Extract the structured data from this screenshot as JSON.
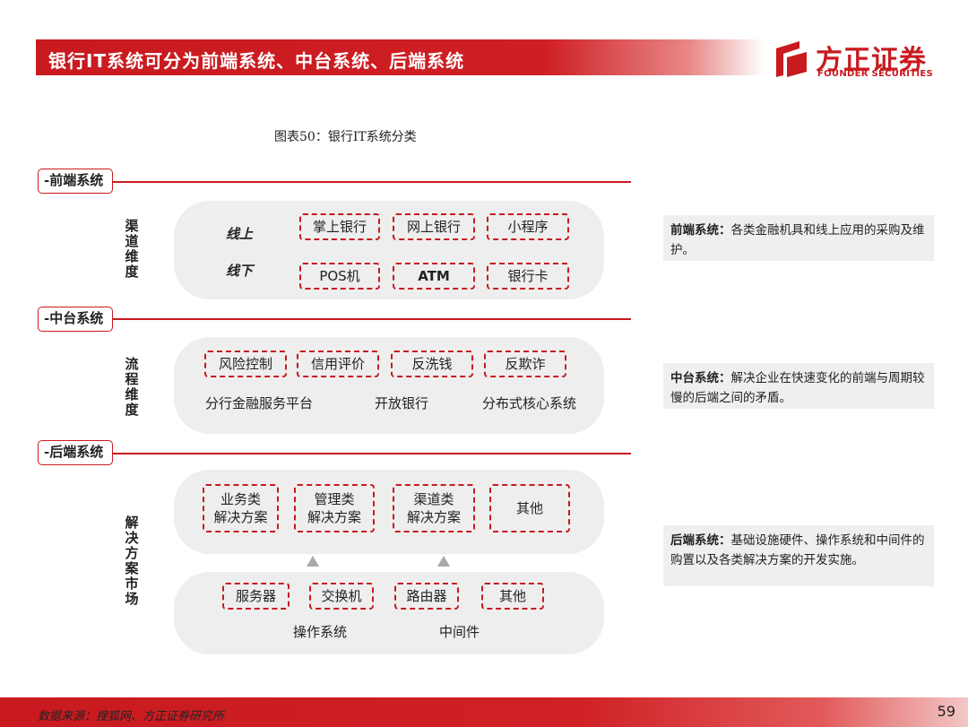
{
  "header": {
    "title": "银行IT系统可分为前端系统、中台系统、后端系统",
    "logo_cn": "方正证券",
    "logo_en": "FOUNDER SECURITIES"
  },
  "figure_title": "图表50：银行IT系统分类",
  "front": {
    "tag": "-前端系统",
    "side_label": [
      "渠",
      "道",
      "维",
      "度"
    ],
    "online_label": "线上",
    "offline_label": "线下",
    "online_items": [
      "掌上银行",
      "网上银行",
      "小程序"
    ],
    "offline_items": [
      "POS机",
      "ATM",
      "银行卡"
    ],
    "desc_title": "前端系统：",
    "desc_body": "各类金融机具和线上应用的采购及维护。"
  },
  "middle": {
    "tag": "-中台系统",
    "side_label": [
      "流",
      "程",
      "维",
      "度"
    ],
    "boxed_items": [
      "风险控制",
      "信用评价",
      "反洗钱",
      "反欺诈"
    ],
    "plain_items": [
      "分行金融服务平台",
      "开放银行",
      "分布式核心系统"
    ],
    "desc_title": "中台系统：",
    "desc_body": "解决企业在快速变化的前端与周期较慢的后端之间的矛盾。"
  },
  "back": {
    "tag": "-后端系统",
    "side_label": [
      "解",
      "决",
      "方",
      "案",
      "市",
      "场"
    ],
    "solutions": [
      {
        "line1": "业务类",
        "line2": "解决方案"
      },
      {
        "line1": "管理类",
        "line2": "解决方案"
      },
      {
        "line1": "渠道类",
        "line2": "解决方案"
      },
      {
        "line1": "其他",
        "line2": ""
      }
    ],
    "hardware": [
      "服务器",
      "交换机",
      "路由器",
      "其他"
    ],
    "plain_items": [
      "操作系统",
      "中间件"
    ],
    "desc_title": "后端系统：",
    "desc_body": "基础设施硬件、操作系统和中间件的购置以及各类解决方案的开发实施。"
  },
  "footer": {
    "source": "数据来源：搜狐网、方正证券研究所",
    "page": "59"
  },
  "colors": {
    "brand_red": "#c81a1f",
    "panel_grey": "#eeeeee",
    "desc_grey": "#efefef"
  }
}
